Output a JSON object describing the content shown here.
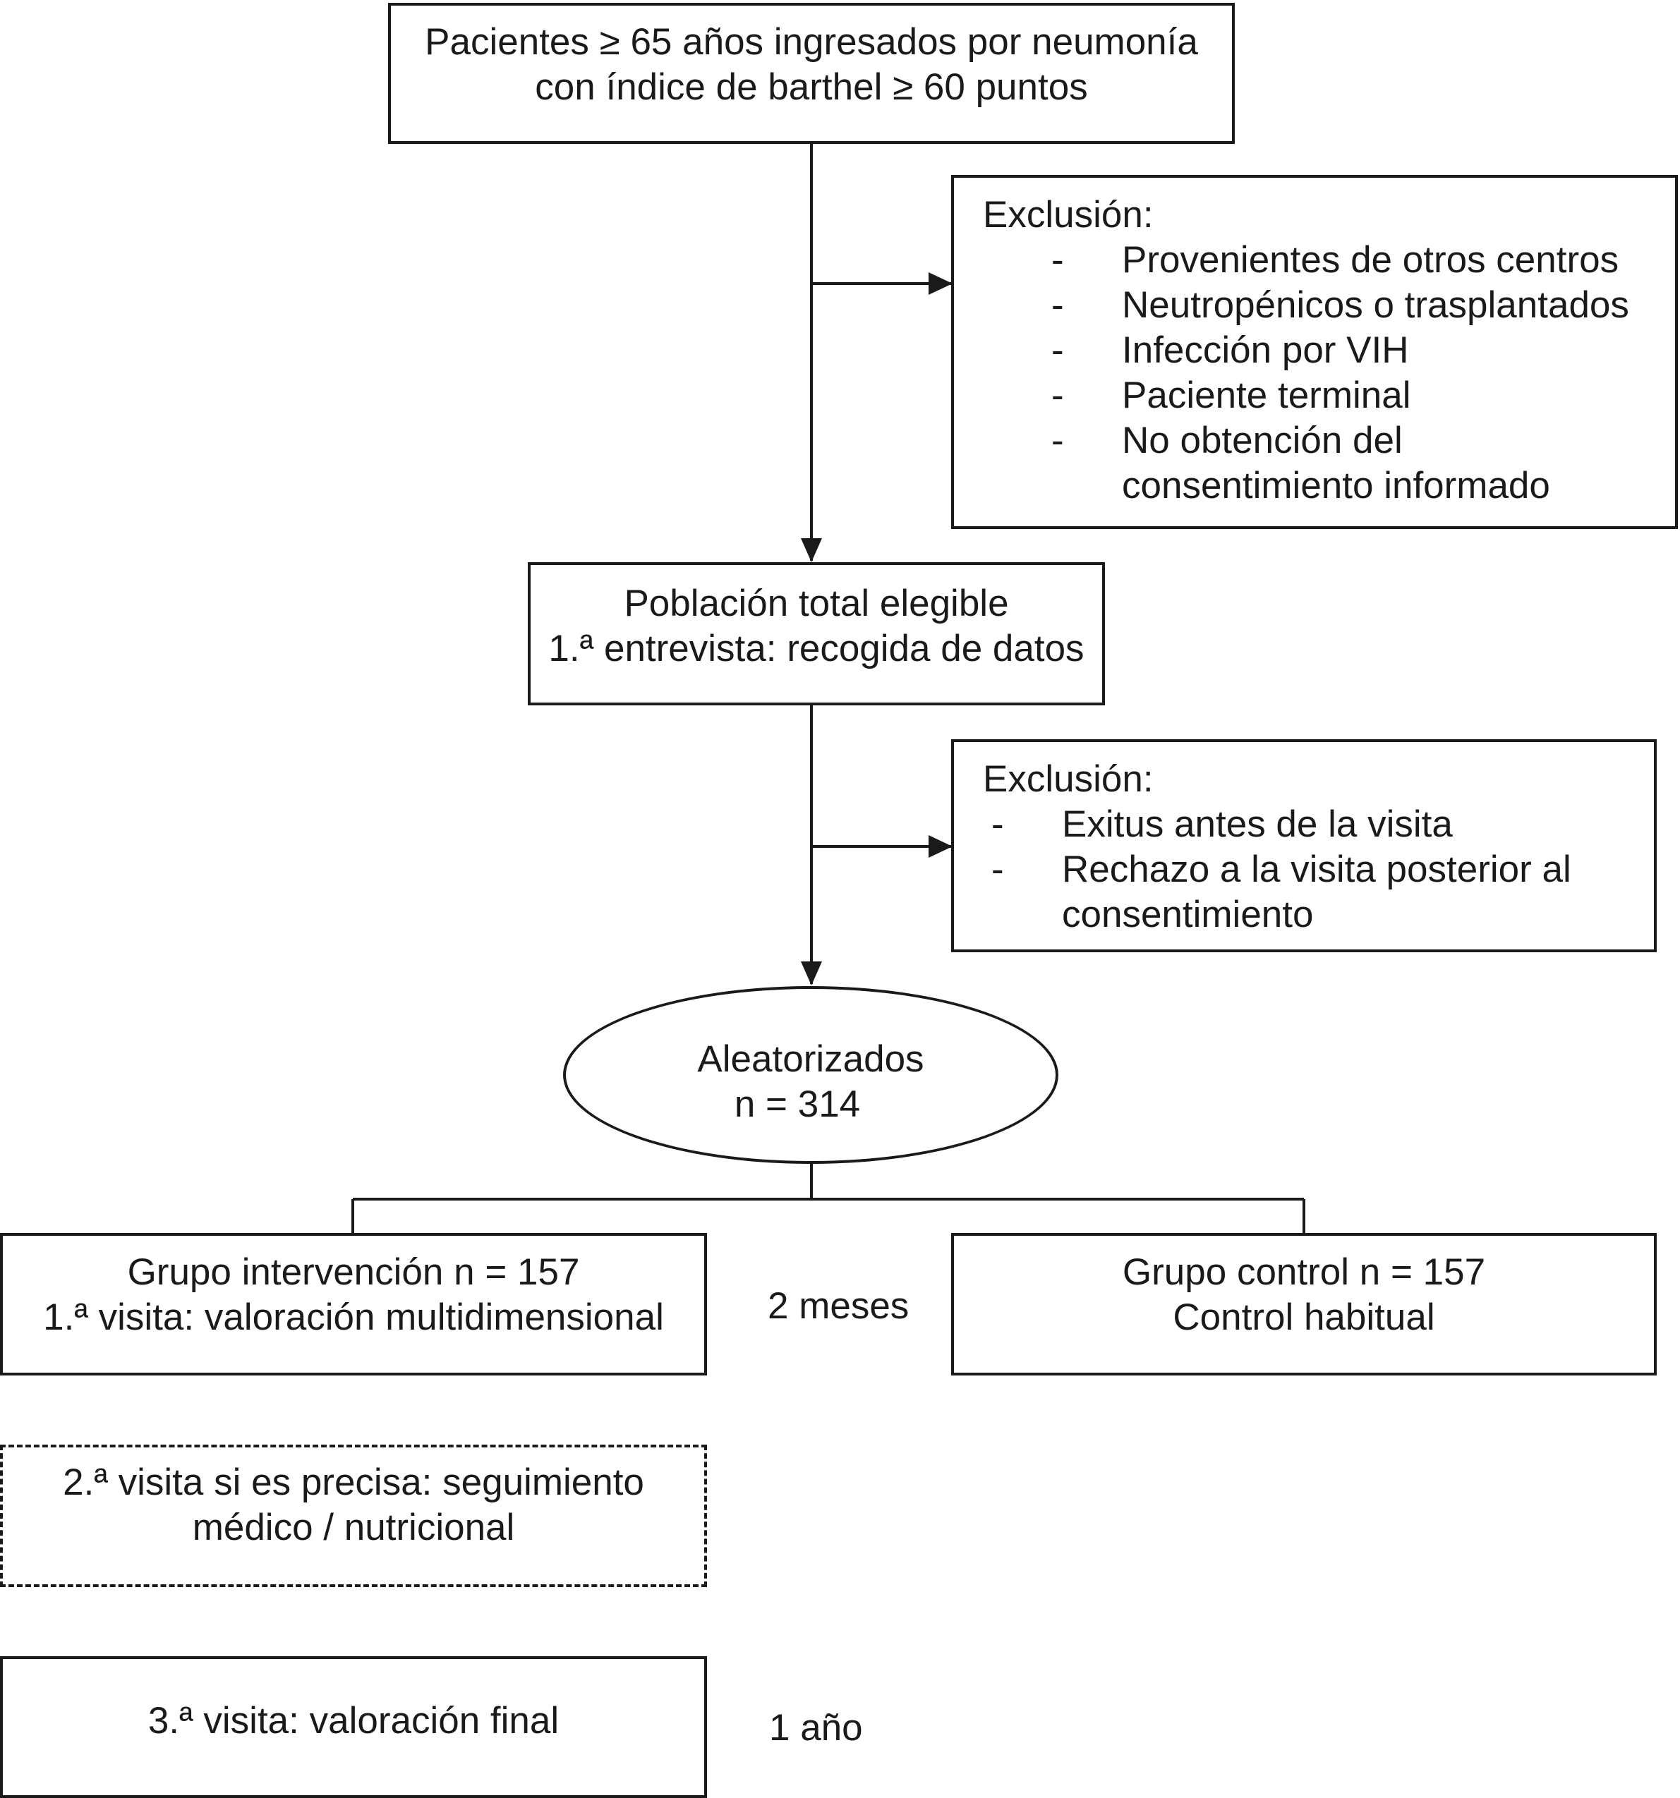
{
  "start": {
    "line1": "Pacientes ≥ 65 años ingresados por neumonía",
    "line2": "con índice de barthel ≥ 60 puntos"
  },
  "exclusion1": {
    "title": "Exclusión:",
    "bullet": "-",
    "items": [
      "Provenientes de otros centros",
      "Neutropénicos o trasplantados",
      "Infección por VIH",
      "Paciente terminal",
      "No obtención del",
      "consentimiento informado"
    ]
  },
  "eligible": {
    "line1": "Población total elegible",
    "line2": "1.ª entrevista: recogida de datos"
  },
  "exclusion2": {
    "title": "Exclusión:",
    "bullet": "-",
    "items": [
      "Exitus antes de la visita",
      "Rechazo a la visita posterior al",
      "consentimiento"
    ]
  },
  "randomized": {
    "line1": "Aleatorizados",
    "line2": "n = 314"
  },
  "intervention": {
    "line1": "Grupo intervención n = 157",
    "line2": "1.ª visita: valoración multidimensional"
  },
  "control": {
    "line1": "Grupo control n = 157",
    "line2": "Control habitual"
  },
  "time1": "2 meses",
  "visit2": {
    "line1": "2.ª visita si es precisa: seguimiento",
    "line2": "médico / nutricional"
  },
  "visit3": "3.ª visita: valoración final",
  "time2": "1 año"
}
